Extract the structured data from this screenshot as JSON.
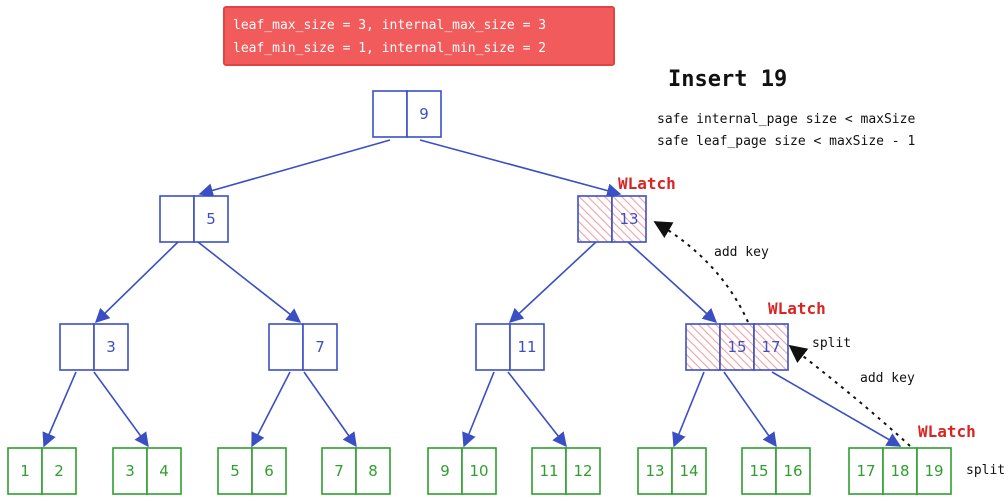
{
  "banner": {
    "line1": "leaf_max_size = 3, internal_max_size = 3",
    "line2": "leaf_min_size = 1,  internal_min_size  = 2",
    "color": "#f25b5b"
  },
  "title": "Insert 19",
  "rules": {
    "line1": "safe internal_page  size < maxSize",
    "line2": "safe leaf_page      size < maxSize - 1"
  },
  "colors": {
    "internal": "#3b4fc4",
    "leaf": "#2f9e2f",
    "latch": "#d92424",
    "hatch": "#f4a3a3"
  },
  "latch_label": "WLatch",
  "annotations": {
    "add_key": "add key",
    "split": "split"
  },
  "tree": {
    "root": {
      "keys": [
        "9"
      ]
    },
    "level1": [
      {
        "keys": [
          "5"
        ]
      },
      {
        "keys": [
          "13"
        ],
        "latched": true
      }
    ],
    "level2": [
      {
        "keys": [
          "3"
        ]
      },
      {
        "keys": [
          "7"
        ]
      },
      {
        "keys": [
          "11"
        ]
      },
      {
        "keys": [
          "15",
          "17"
        ],
        "latched": true
      }
    ],
    "leaves": [
      {
        "keys": [
          "1",
          "2"
        ]
      },
      {
        "keys": [
          "3",
          "4"
        ]
      },
      {
        "keys": [
          "5",
          "6"
        ]
      },
      {
        "keys": [
          "7",
          "8"
        ]
      },
      {
        "keys": [
          "9",
          "10"
        ]
      },
      {
        "keys": [
          "11",
          "12"
        ]
      },
      {
        "keys": [
          "13",
          "14"
        ]
      },
      {
        "keys": [
          "15",
          "16"
        ]
      },
      {
        "keys": [
          "17",
          "18",
          "19"
        ],
        "latched": true
      }
    ]
  }
}
